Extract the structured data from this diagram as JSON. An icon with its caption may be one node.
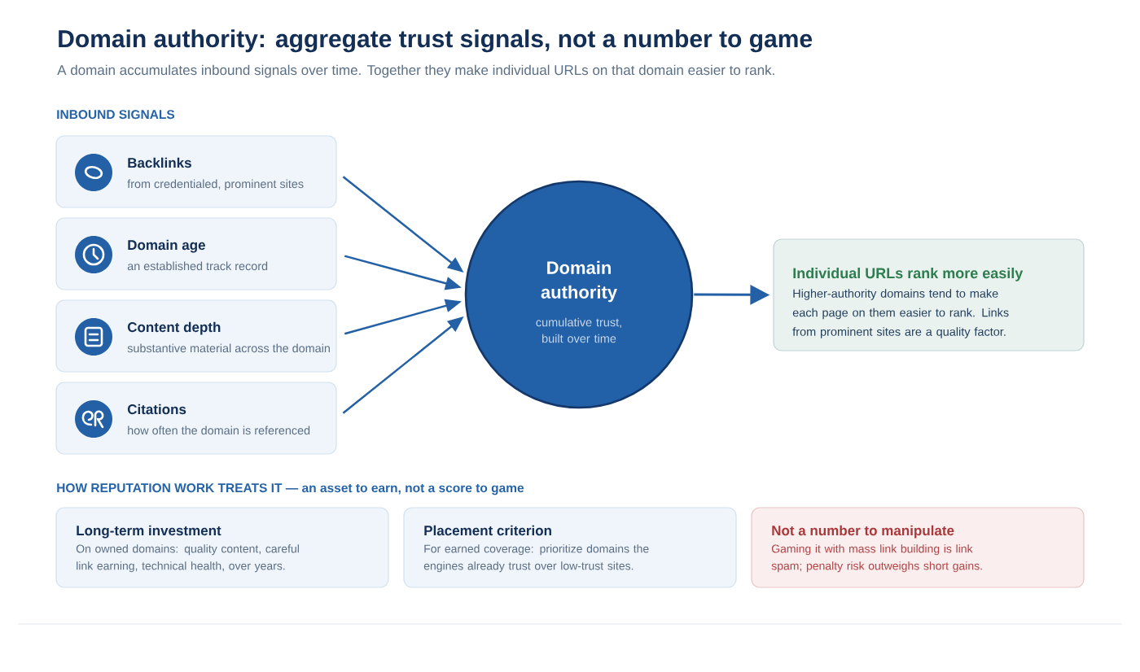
{
  "diagram": {
    "title": "Domain authority: aggregate trust signals, not a number to game",
    "nodes": [
      {
        "text": [
          "Backlinks",
          "from credentialed, prominent sites"
        ]
      },
      {
        "text": [
          "Domain age",
          "an established track record"
        ]
      },
      {
        "text": [
          "Content depth",
          "substantive material across the domain"
        ]
      },
      {
        "text": [
          "Citations",
          "how often the domain is referenced"
        ]
      },
      {
        "text": [
          "Domain authority",
          "cumulative trust, built over time"
        ]
      },
      {
        "text": [
          "Individual URLs rank more easily",
          "Higher-authority domains tend to make each page on them easier to rank. Links from prominent sites are a quality factor."
        ]
      },
      {
        "text": [
          "Long-term investment",
          "On owned domains: quality content, careful link earning, technical health, over years."
        ]
      },
      {
        "text": [
          "Placement criterion",
          "For earned coverage: prioritize domains the engines already trust over low-trust sites."
        ]
      },
      {
        "text": [
          "Not a number to manipulate",
          "Gaming it with mass link building is link spam; penalty risk outweighs short gains."
        ]
      }
    ],
    "edges": [
      {
        "from": 0,
        "to": 4,
        "arrow": "to"
      },
      {
        "from": 1,
        "to": 4,
        "arrow": "to"
      },
      {
        "from": 2,
        "to": 4,
        "arrow": "to"
      },
      {
        "from": 3,
        "to": 4,
        "arrow": "to"
      },
      {
        "from": 4,
        "to": 5,
        "arrow": "to"
      }
    ],
    "labels": [
      "A domain accumulates inbound signals over time. Together they make individual URLs on that domain easier to rank.",
      "INBOUND SIGNALS",
      "HOW REPUTATION WORK TREATS IT — an asset to earn, not a score to game"
    ]
  }
}
